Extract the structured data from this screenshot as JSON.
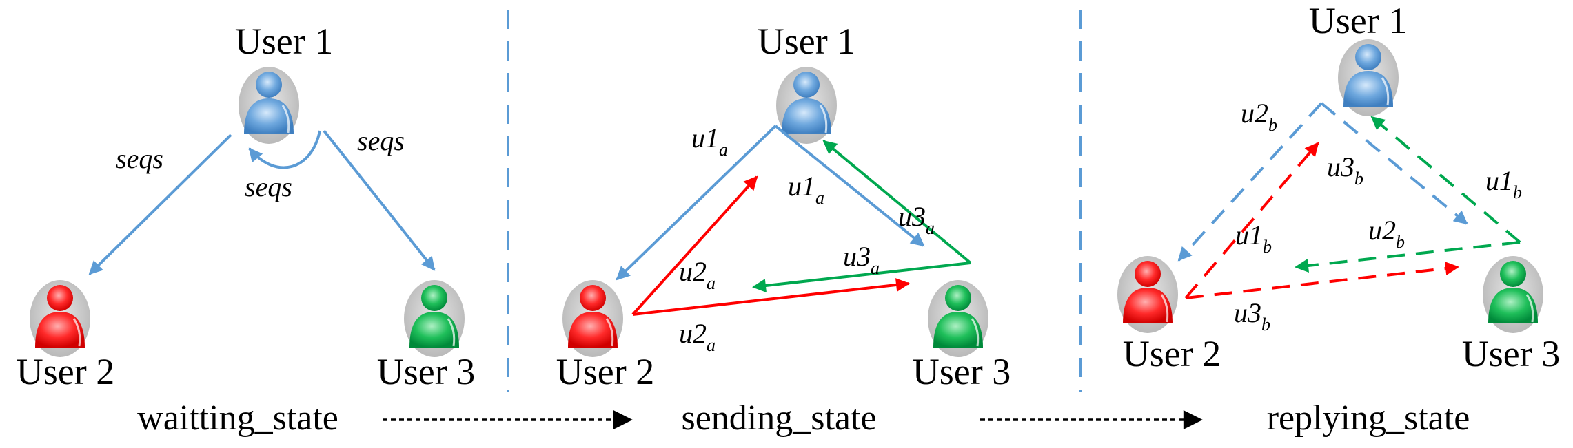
{
  "users": {
    "u1": "User 1",
    "u2": "User 2",
    "u3": "User 3"
  },
  "states": {
    "waiting": "waitting_state",
    "sending": "sending_state",
    "replying": "replying_state"
  },
  "labels": {
    "seqs": "seqs",
    "u1": "u1",
    "u2": "u2",
    "u3": "u3",
    "sub_a": "a",
    "sub_b": "b"
  },
  "colors": {
    "user1": "#5b9bd5",
    "user2": "#ff0000",
    "user3": "#00a84f",
    "divider": "#5b9bd5",
    "transition": "#000000"
  },
  "icons": {
    "user": "person-icon",
    "transition": "dashed-arrow-icon"
  }
}
